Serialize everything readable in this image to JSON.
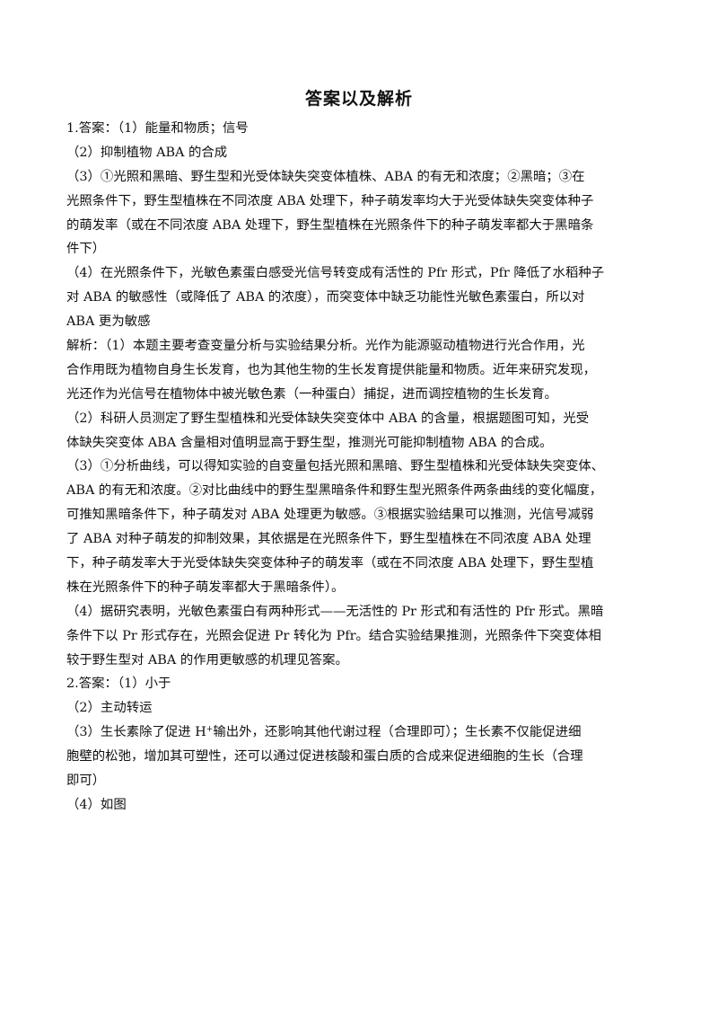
{
  "title": "答案以及解析",
  "q1": {
    "answer_label": "1.答案：（1）能量和物质；信号",
    "a2": "（2）抑制植物 ABA 的合成",
    "a3": [
      "（3）①光照和黑暗、野生型和光受体缺失突变体植株、ABA 的有无和浓度；②黑暗；③在",
      "光照条件下，野生型植株在不同浓度 ABA 处理下，种子萌发率均大于光受体缺失突变体种子",
      "的萌发率（或在不同浓度 ABA 处理下，野生型植株在光照条件下的种子萌发率都大于黑暗条",
      "件下）"
    ],
    "a4": [
      "（4）在光照条件下，光敏色素蛋白感受光信号转变成有活性的 Pfr 形式，Pfr 降低了水稻种子",
      "对 ABA 的敏感性（或降低了 ABA 的浓度），而突变体中缺乏功能性光敏色素蛋白，所以对",
      "ABA 更为敏感"
    ],
    "analysis": [
      [
        "解析：（1）本题主要考查变量分析与实验结果分析。光作为能源驱动植物进行光合作用，光",
        "合作用既为植物自身生长发育，也为其他生物的生长发育提供能量和物质。近年来研究发现，",
        "光还作为光信号在植物体中被光敏色素（一种蛋白）捕捉，进而调控植物的生长发育。"
      ],
      [
        "（2）科研人员测定了野生型植株和光受体缺失突变体中 ABA 的含量，根据题图可知，光受",
        "体缺失突变体 ABA 含量相对值明显高于野生型，推测光可能抑制植物 ABA 的合成。"
      ],
      [
        "（3）①分析曲线，可以得知实验的自变量包括光照和黑暗、野生型植株和光受体缺失突变体、",
        "ABA 的有无和浓度。②对比曲线中的野生型黑暗条件和野生型光照条件两条曲线的变化幅度，",
        "可推知黑暗条件下，种子萌发对 ABA 处理更为敏感。③根据实验结果可以推测，光信号减弱",
        "了 ABA 对种子萌发的抑制效果，其依据是在光照条件下，野生型植株在不同浓度 ABA 处理",
        "下，种子萌发率大于光受体缺失突变体种子的萌发率（或在不同浓度 ABA 处理下，野生型植",
        "株在光照条件下的种子萌发率都大于黑暗条件）。"
      ],
      [
        "（4）据研究表明，光敏色素蛋白有两种形式——无活性的 Pr 形式和有活性的 Pfr 形式。黑暗",
        "条件下以 Pr 形式存在，光照会促进 Pr 转化为 Pfr。结合实验结果推测，光照条件下突变体相",
        "较于野生型对 ABA 的作用更敏感的机理见答案。"
      ]
    ]
  },
  "q2": {
    "answer_label": "2.答案：（1）小于",
    "a2": "（2）主动转运",
    "a3_first_pre": "（3）生长素除了促进 H",
    "a3_first_sup": "+",
    "a3_first_post": "输出外，还影响其他代谢过程（合理即可）；生长素不仅能促进细",
    "a3_rest": [
      "胞壁的松弛，增加其可塑性，还可以通过促进核酸和蛋白质的合成来促进细胞的生长（合理",
      "即可）"
    ],
    "a4": "（4）如图"
  }
}
